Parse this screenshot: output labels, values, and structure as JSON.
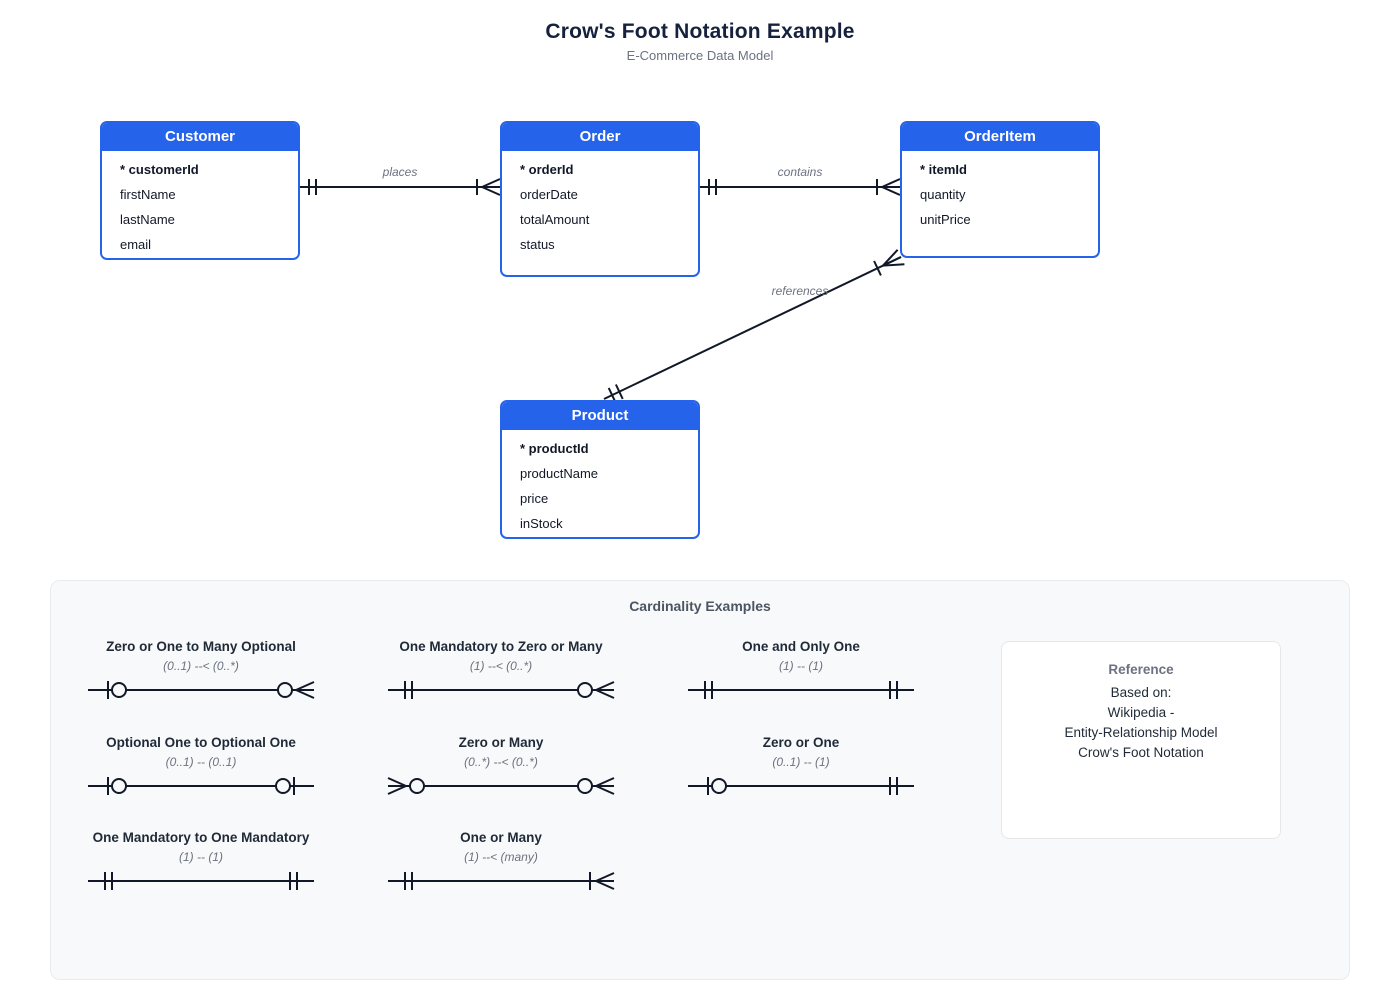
{
  "page": {
    "title": "Crow's Foot Notation Example",
    "subtitle": "E-Commerce Data Model"
  },
  "colors": {
    "entity_header_blue": "#2563eb",
    "line_dark": "#111827",
    "label_gray": "#6b7280",
    "panel_background": "#f8f9fa"
  },
  "diagram": {
    "entities": [
      {
        "name": "Customer",
        "fields": [
          "* customerId",
          "firstName",
          "lastName",
          "email"
        ]
      },
      {
        "name": "Order",
        "fields": [
          "* orderId",
          "orderDate",
          "totalAmount",
          "status"
        ]
      },
      {
        "name": "OrderItem",
        "fields": [
          "* itemId",
          "quantity",
          "unitPrice"
        ]
      },
      {
        "name": "Product",
        "fields": [
          "* productId",
          "productName",
          "price",
          "inStock"
        ]
      }
    ],
    "relationships": [
      {
        "label": "places",
        "from": "Customer",
        "to": "Order",
        "from_end": "one-mandatory",
        "to_end": "one-or-many"
      },
      {
        "label": "contains",
        "from": "Order",
        "to": "OrderItem",
        "from_end": "one-mandatory",
        "to_end": "one-or-many"
      },
      {
        "label": "references",
        "from": "Product",
        "to": "OrderItem",
        "from_end": "one-mandatory",
        "to_end": "one-or-many"
      }
    ]
  },
  "panel": {
    "title": "Cardinality Examples",
    "examples": [
      {
        "title": "Zero or One to Many Optional",
        "notation": "(0..1) --< (0..*)",
        "left_end": "zero-or-one",
        "right_end": "zero-or-many"
      },
      {
        "title": "One Mandatory to Zero or Many",
        "notation": "(1) --< (0..*)",
        "left_end": "one-mandatory",
        "right_end": "zero-or-many"
      },
      {
        "title": "One and Only One",
        "notation": "(1) -- (1)",
        "left_end": "one-mandatory",
        "right_end": "one-mandatory"
      },
      {
        "title": "Optional One to Optional One",
        "notation": "(0..1) -- (0..1)",
        "left_end": "zero-or-one",
        "right_end": "zero-or-one"
      },
      {
        "title": "Zero or Many",
        "notation": "(0..*) --< (0..*)",
        "left_end": "zero-or-many",
        "right_end": "zero-or-many"
      },
      {
        "title": "Zero or One",
        "notation": "(0..1) -- (1)",
        "left_end": "zero-or-one",
        "right_end": "one-mandatory"
      },
      {
        "title": "One Mandatory to One Mandatory",
        "notation": "(1) -- (1)",
        "left_end": "one-mandatory",
        "right_end": "one-mandatory"
      },
      {
        "title": "One or Many",
        "notation": "(1) --< (many)",
        "left_end": "one-mandatory",
        "right_end": "one-or-many"
      }
    ],
    "reference": {
      "title": "Reference",
      "lines": [
        "Based on:",
        "Wikipedia -",
        "Entity-Relationship Model",
        "Crow's Foot Notation"
      ]
    }
  }
}
